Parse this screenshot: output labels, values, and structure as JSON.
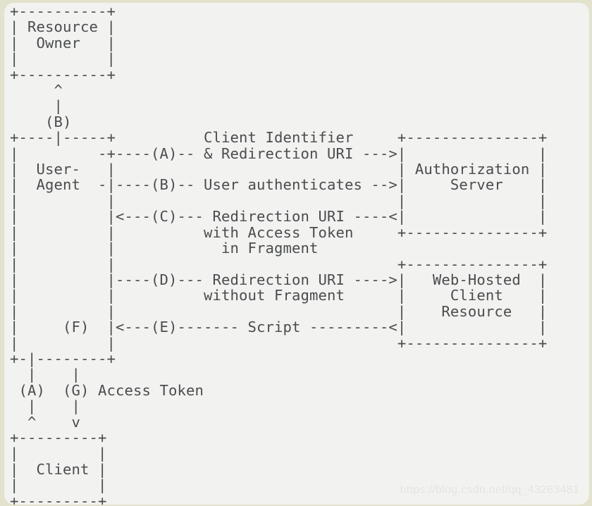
{
  "colors": {
    "page_background": "#e2e2cd",
    "panel_background": "#f2f2f0",
    "diagram_text": "#4a4d4f",
    "watermark_text": "#e2e2de"
  },
  "diagram": {
    "type": "ascii-flow-diagram",
    "boxes": [
      "Resource Owner",
      "User-Agent",
      "Authorization Server",
      "Web-Hosted Client Resource",
      "Client"
    ],
    "step_labels": {
      "A": "Client Identifier & Redirection URI",
      "B": "User authenticates",
      "C": "Redirection URI with Access Token in Fragment",
      "D": "Redirection URI without Fragment",
      "E": "Script",
      "G": "Access Token"
    },
    "lines": [
      "+----------+",
      "| Resource |",
      "|  Owner   |",
      "|          |",
      "+----------+",
      "     ^",
      "     |",
      "    (B)",
      "+----|-----+          Client Identifier     +---------------+",
      "|         -+----(A)-- & Redirection URI --->|               |",
      "|  User-   |                                | Authorization |",
      "|  Agent  -|----(B)-- User authenticates -->|     Server    |",
      "|          |                                |               |",
      "|          |<---(C)--- Redirection URI ----<|               |",
      "|          |          with Access Token     +---------------+",
      "|          |            in Fragment",
      "|          |                                +---------------+",
      "|          |----(D)--- Redirection URI ---->|   Web-Hosted  |",
      "|          |          without Fragment      |     Client    |",
      "|          |                                |    Resource   |",
      "|     (F)  |<---(E)------- Script ---------<|               |",
      "|          |                                +---------------+",
      "+-|--------+",
      "  |    |",
      " (A)  (G) Access Token",
      "  |    |",
      "  ^    v",
      "+---------+",
      "|         |",
      "|  Client |",
      "|         |",
      "+---------+"
    ]
  },
  "watermark": {
    "text": "https://blog.csdn.net/qq_43263481"
  }
}
